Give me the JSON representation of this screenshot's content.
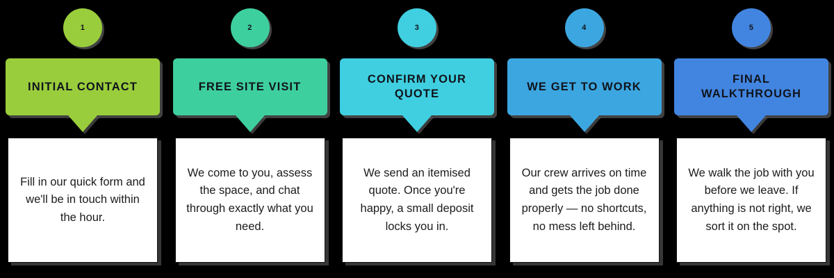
{
  "background_color": "#000000",
  "diagram": {
    "type": "process-steps",
    "orientation": "horizontal",
    "step_count": 5,
    "steps": [
      {
        "number": "1",
        "title": "INITIAL CONTACT",
        "description": "Fill in our quick form and we'll be in touch within the hour.",
        "color": "#9ACD3C",
        "number_text_color": "#10141c"
      },
      {
        "number": "2",
        "title": "FREE SITE VISIT",
        "description": "We come to you, assess the space, and chat through exactly what you need.",
        "color": "#3ECF9E",
        "number_text_color": "#10141c"
      },
      {
        "number": "3",
        "title": "CONFIRM YOUR QUOTE",
        "description": "We send an itemised quote. Once you're happy, a small deposit locks you in.",
        "color": "#3FCFE0",
        "number_text_color": "#10141c"
      },
      {
        "number": "4",
        "title": "WE GET TO WORK",
        "description": "Our crew arrives on time and gets the job done properly — no shortcuts, no mess left behind.",
        "color": "#3CA6E0",
        "number_text_color": "#10141c"
      },
      {
        "number": "5",
        "title": "FINAL WALKTHROUGH",
        "description": "We walk the job with you before we leave. If anything is not right, we sort it on the spot.",
        "color": "#4285E0",
        "number_text_color": "#10141c"
      }
    ]
  }
}
